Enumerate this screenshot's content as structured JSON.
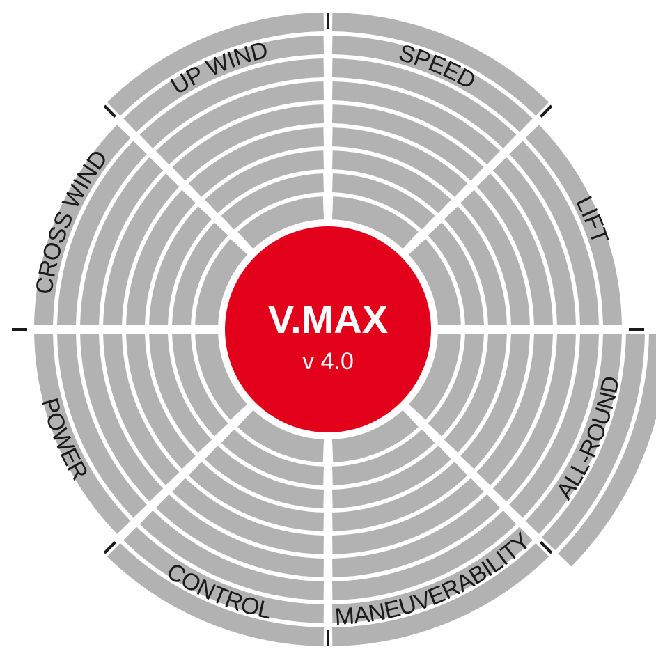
{
  "chart_data": {
    "type": "polar-bar",
    "title": "V.MAX",
    "subtitle": "v 4.0",
    "max_value": 8,
    "categories": [
      "SPEED",
      "LIFT",
      "ALL-ROUND",
      "MANEUVERABILITY",
      "CONTROL",
      "POWER",
      "CROSS WIND",
      "UP WIND"
    ],
    "values": [
      9,
      8,
      10,
      9,
      9,
      8,
      8,
      9
    ]
  },
  "colors": {
    "segment": "#b2b2b2",
    "center": "#e2001a",
    "tick": "#1a1a1a",
    "background": "#ffffff"
  }
}
